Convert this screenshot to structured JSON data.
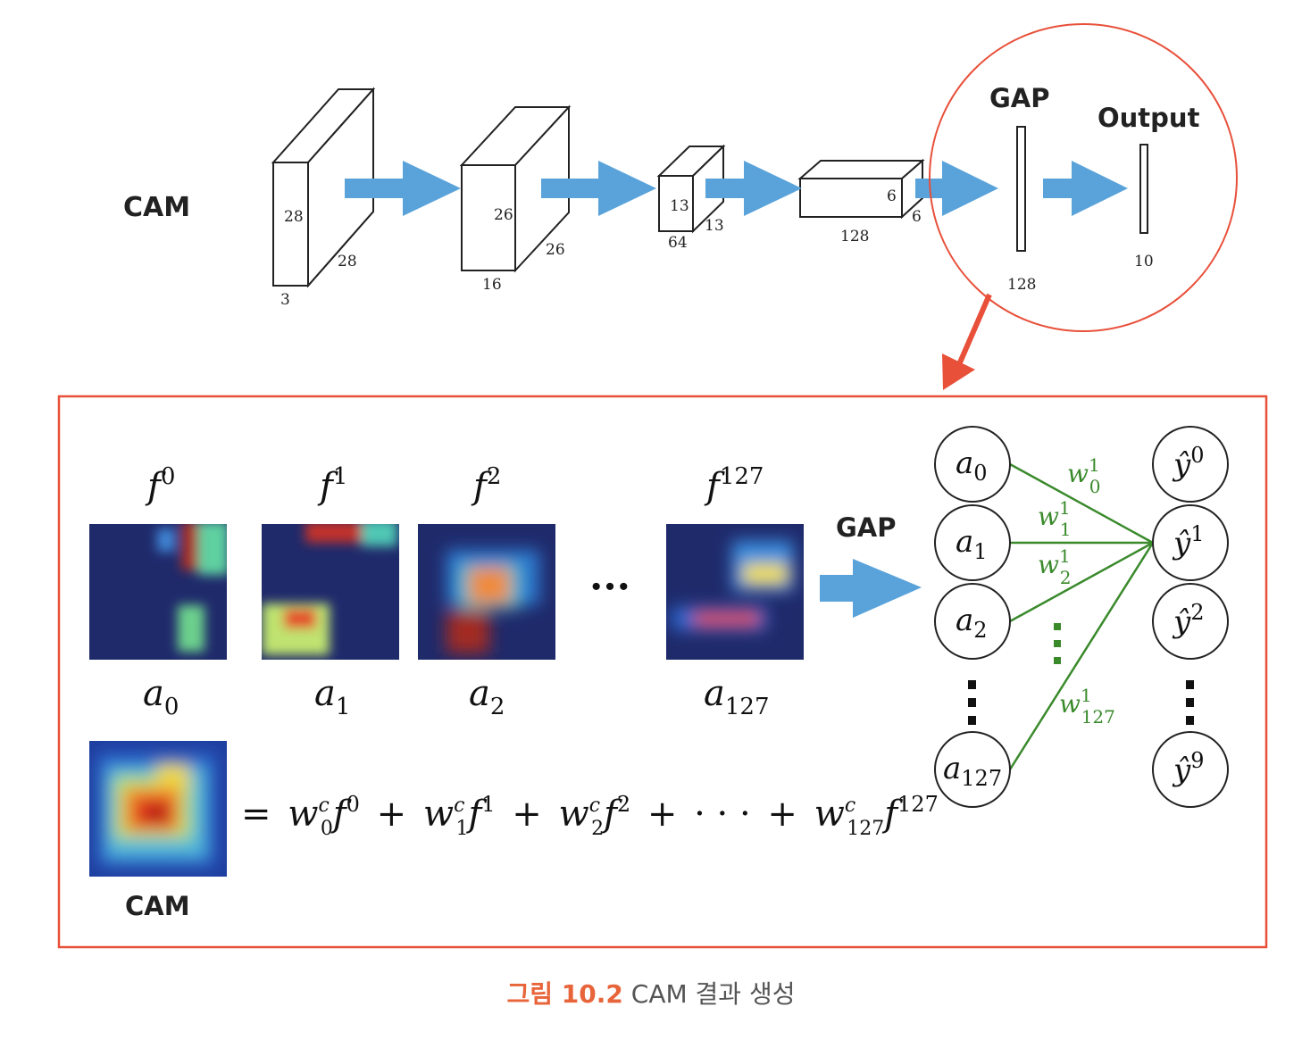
{
  "diagram": {
    "cam_side_label": "CAM",
    "gap_top": "GAP",
    "output_top": "Output",
    "dims": {
      "b1_h": "28",
      "b1_w": "28",
      "b1_d": "3",
      "b2_h": "26",
      "b2_w": "26",
      "b2_d": "16",
      "b3_h": "13",
      "b3_w": "13",
      "b3_d": "64",
      "b4_h": "6",
      "b4_w": "6",
      "b4_d": "128",
      "gap_dim": "128",
      "out_dim": "10"
    },
    "maps": {
      "f0_base": "f",
      "f0_sup": "0",
      "a0_base": "a",
      "a0_sub": "0",
      "f1_base": "f",
      "f1_sup": "1",
      "a1_base": "a",
      "a1_sub": "1",
      "f2_base": "f",
      "f2_sup": "2",
      "a2_base": "a",
      "a2_sub": "2",
      "f127_base": "f",
      "f127_sup": "127",
      "a127_base": "a",
      "a127_sub": "127",
      "ellipsis": "···"
    },
    "gap_label": "GAP",
    "cam_label": "CAM",
    "equation": {
      "eq": "=",
      "w": "w",
      "c": "c",
      "f": "f",
      "plus": "+",
      "dots": "· · ·",
      "s0": "0",
      "s1": "1",
      "s2": "2",
      "s127": "127"
    },
    "nodes_left": [
      {
        "base": "a",
        "sub": "0"
      },
      {
        "base": "a",
        "sub": "1"
      },
      {
        "base": "a",
        "sub": "2"
      },
      {
        "base": "a",
        "sub": "127"
      }
    ],
    "nodes_right": [
      {
        "base": "ŷ",
        "sup": "0"
      },
      {
        "base": "ŷ",
        "sup": "1"
      },
      {
        "base": "ŷ",
        "sup": "2"
      },
      {
        "base": "ŷ",
        "sup": "9"
      }
    ],
    "weights": [
      {
        "w": "w",
        "sup": "1",
        "sub": "0"
      },
      {
        "w": "w",
        "sup": "1",
        "sub": "1"
      },
      {
        "w": "w",
        "sup": "1",
        "sub": "2"
      },
      {
        "w": "w",
        "sup": "1",
        "sub": "127"
      }
    ]
  },
  "caption": {
    "figure_number": "그림 10.2",
    "text": "CAM 결과 생성"
  },
  "colors": {
    "arrow_blue": "#5aa3da",
    "accent_red": "#e8503a",
    "weight_green": "#3a8a2c",
    "heatmap_bg": "#1f2a6b"
  }
}
